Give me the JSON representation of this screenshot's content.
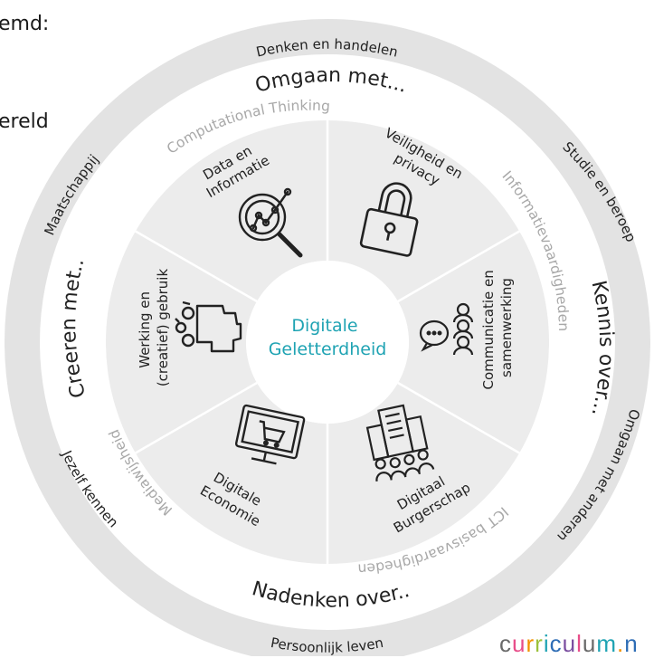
{
  "partial_left": [
    "emd:",
    "ereld"
  ],
  "outer_ring": {
    "top": "Denken en handelen",
    "right_upper": "Studie en beroep",
    "right_lower": "Omgaan met anderen",
    "bottom": "Persoonlijk leven",
    "left_lower": "Jezelf kennen",
    "left_upper": "Maatschappij"
  },
  "main_ring": {
    "top": "Omgaan met...",
    "right": "Kennis over...",
    "bottom": "Nadenken over...",
    "left": "Creeren met..."
  },
  "skills_ring": {
    "top": "Computational Thinking",
    "right": "Informatievaardigheden",
    "bottom": "ICT basisvaardigheden",
    "left": "Mediawijsheid"
  },
  "segments": {
    "data": [
      "Data en",
      "Informatie"
    ],
    "privacy": [
      "Veiligheid en",
      "privacy"
    ],
    "communicatie": [
      "Communicatie en",
      "samenwerking"
    ],
    "burgerschap": [
      "Digitaal",
      "Burgerschap"
    ],
    "economie": [
      "Digitale",
      "Economie"
    ],
    "werking": [
      "Werking en",
      "(creatief) gebruik"
    ]
  },
  "center": [
    "Digitale",
    "Geletterdheid"
  ],
  "logo": {
    "text": "curriculum.n",
    "colors": [
      "#6a6a6a",
      "#e84e8a",
      "#f39200",
      "#9cc13b",
      "#1fa3b3",
      "#2e6db5",
      "#7b4fa0",
      "#e84e8a",
      "#6a6a6a",
      "#1fa3b3",
      "#f39200",
      "#2e6db5"
    ]
  },
  "colors": {
    "outer_band": "#e3e3e3",
    "main_band": "#ffffff",
    "segments": "#ececec",
    "center_fill": "#ffffff",
    "accent": "#1fa3b3"
  }
}
